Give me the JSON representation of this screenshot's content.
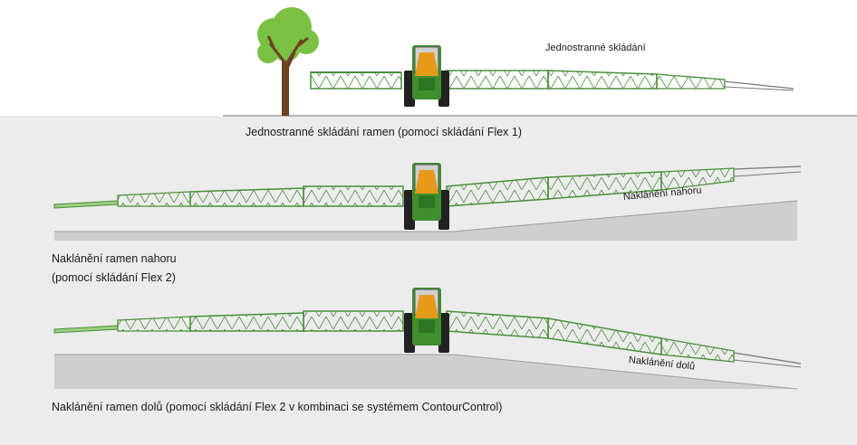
{
  "panel1": {
    "label": "Jednostranné skládání",
    "caption": "Jednostranné skládání ramen (pomocí skládání Flex 1)"
  },
  "panel2": {
    "label": "Naklánění nahoru",
    "caption_line1": "Naklánění ramen nahoru",
    "caption_line2": "(pomocí skládání Flex 2)"
  },
  "panel3": {
    "label": "Naklánění dolů",
    "caption": "Naklánění ramen dolů (pomocí skládání Flex 2 v kombinaci se systémem ContourControl)"
  },
  "colors": {
    "boom": "#4a8f3a",
    "boom_light": "#9bcf7f",
    "tractor_green": "#3f8f2f",
    "cab_orange": "#e69a1a",
    "tree_leaf": "#7ac143",
    "trunk": "#6b4222",
    "ground": "#cfcfcf",
    "ground_line": "#9e9e9e"
  }
}
